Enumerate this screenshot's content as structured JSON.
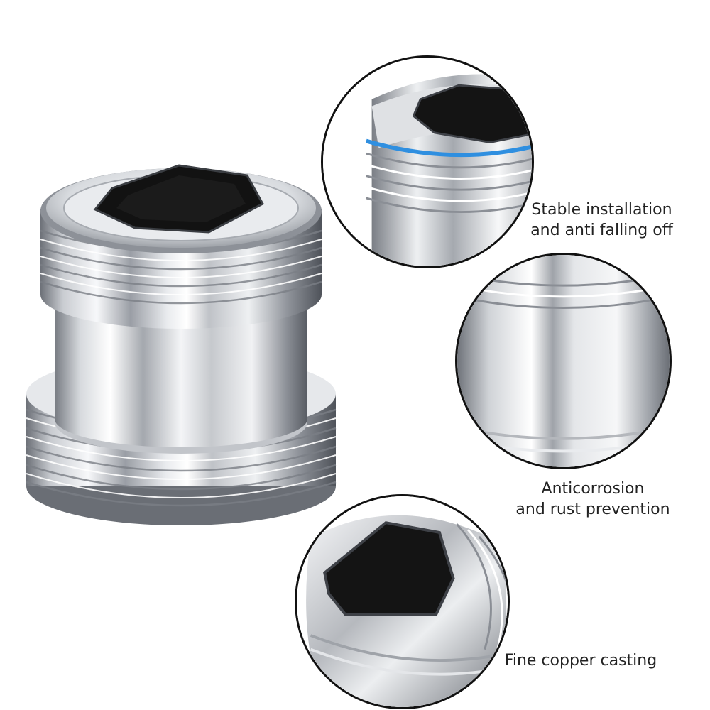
{
  "features": [
    {
      "lines": [
        "Stable installation",
        "and anti falling off"
      ]
    },
    {
      "lines": [
        "Anticorrosion",
        "and rust prevention"
      ]
    },
    {
      "lines": [
        "Fine copper casting"
      ]
    }
  ],
  "colors": {
    "chrome_light": "#f2f3f5",
    "chrome_mid": "#b9bcc2",
    "chrome_dark": "#5b5f66",
    "hex_socket": "#121212",
    "seal_ring": "#2f8fe0",
    "circle_border": "#111111",
    "caption_text": "#222222"
  }
}
